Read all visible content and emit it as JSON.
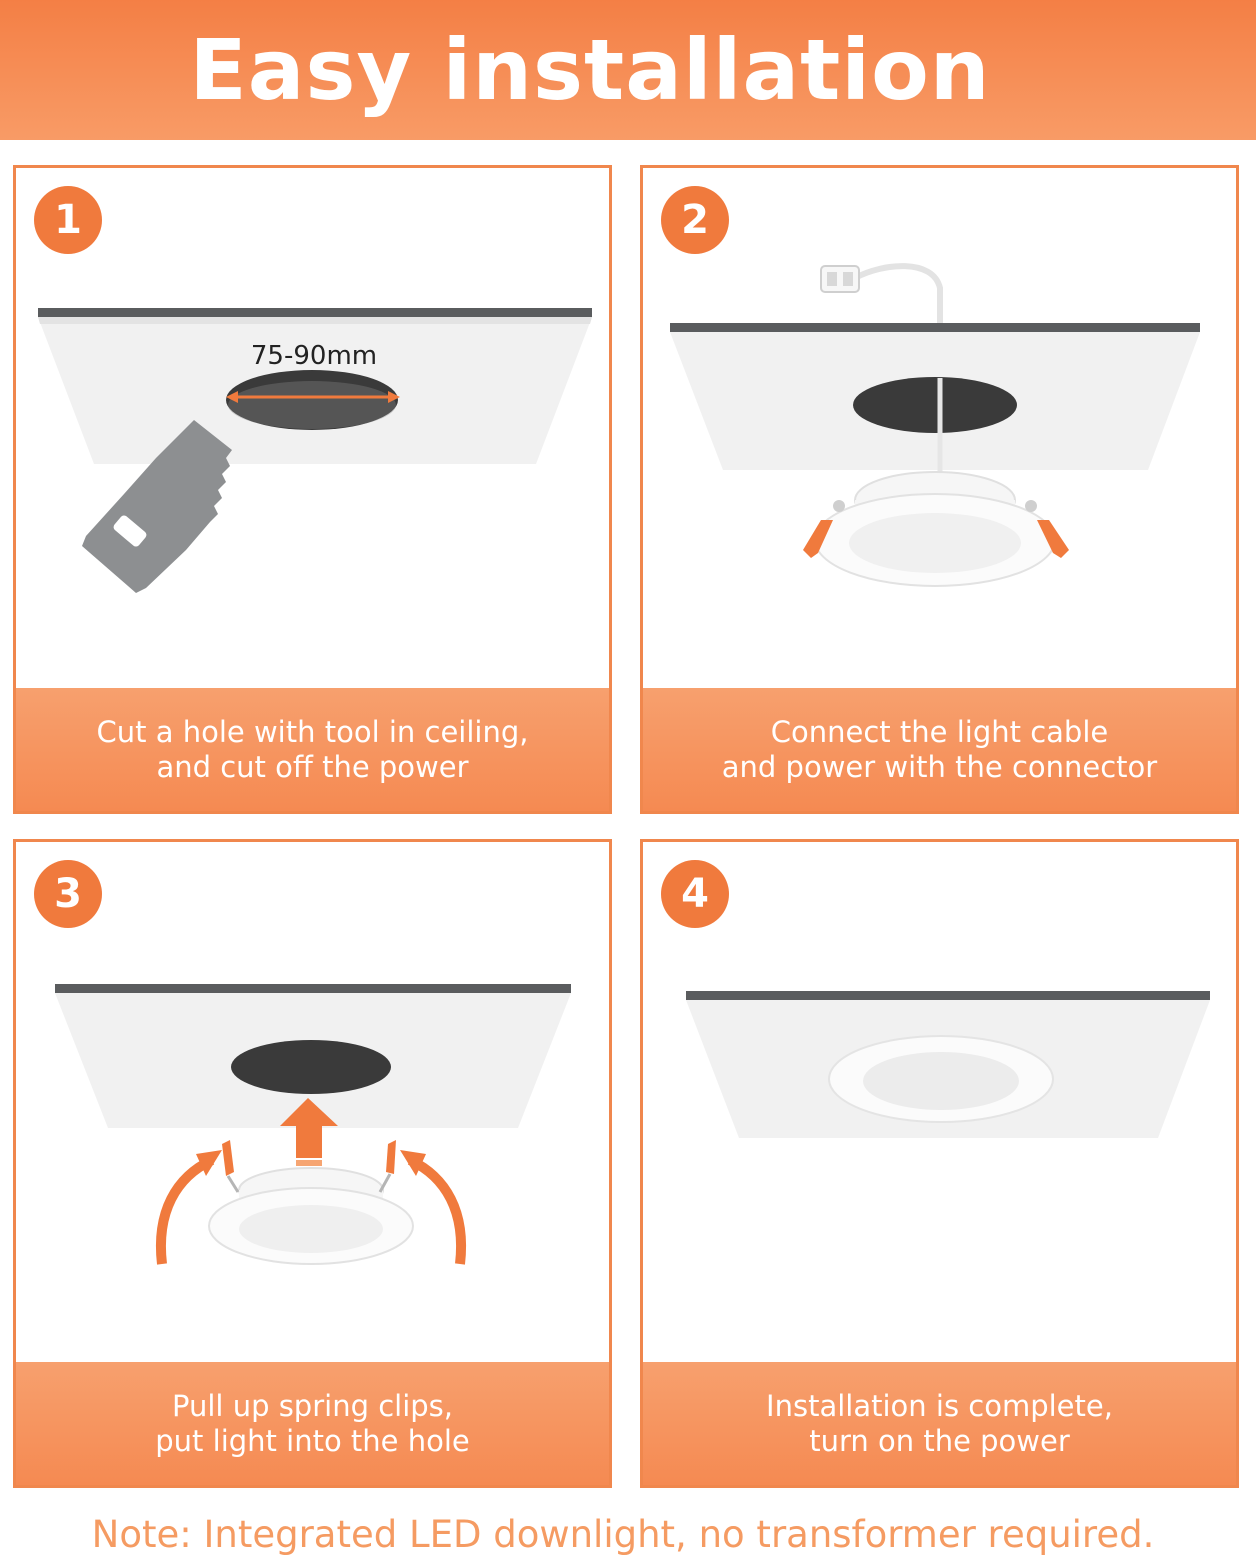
{
  "header": {
    "title": "Easy installation"
  },
  "steps": [
    {
      "number": "1",
      "line1": "Cut a hole with tool in ceiling,",
      "line2": "and cut off the power",
      "dimension_label": "75-90mm"
    },
    {
      "number": "2",
      "line1": "Connect the light cable",
      "line2": "and power with the connector"
    },
    {
      "number": "3",
      "line1": "Pull up spring clips,",
      "line2": "put light into the hole"
    },
    {
      "number": "4",
      "line1": "Installation is complete,",
      "line2": "turn on the power"
    }
  ],
  "footer": {
    "note": "Note: Integrated LED downlight, no transformer required."
  },
  "colors": {
    "accent": "#f07a3d",
    "banner": "#f47f45",
    "caption": "#f58a52",
    "note": "#f59b62"
  },
  "icons": [
    "saw-icon",
    "connector-icon",
    "downlight-icon",
    "arrow-up-icon",
    "curved-arrow-icon"
  ]
}
